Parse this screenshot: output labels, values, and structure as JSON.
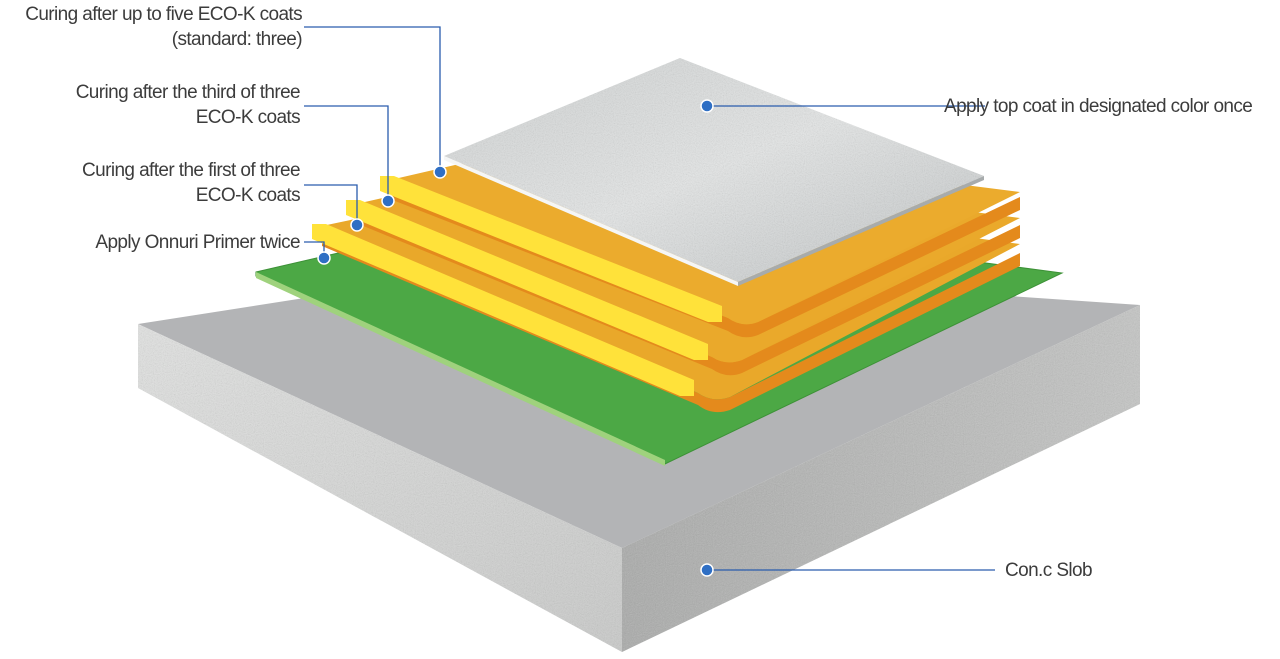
{
  "labels": {
    "five_coats": {
      "line1": "Curing after up to five ECO-K coats",
      "line2": "(standard: three)"
    },
    "third_coat": {
      "line1": "Curing after the third of three",
      "line2": "ECO-K coats"
    },
    "first_coat": {
      "line1": "Curing after the first of three",
      "line2": "ECO-K coats"
    },
    "primer": "Apply Onnuri Primer twice",
    "top_coat": "Apply top coat in designated color once",
    "slab": "Con.c  Slob"
  },
  "colors": {
    "leader_line": "#2a5cad",
    "marker": "#2f6fc4",
    "label_text": "#3c3c3c",
    "concrete_top": "#b3b4b6",
    "primer_green": "#4ca845",
    "eco_k_orange": "#e9a82a",
    "eco_k_edge": "#ffe23a",
    "top_coat_silver": "#d9dcdc"
  }
}
